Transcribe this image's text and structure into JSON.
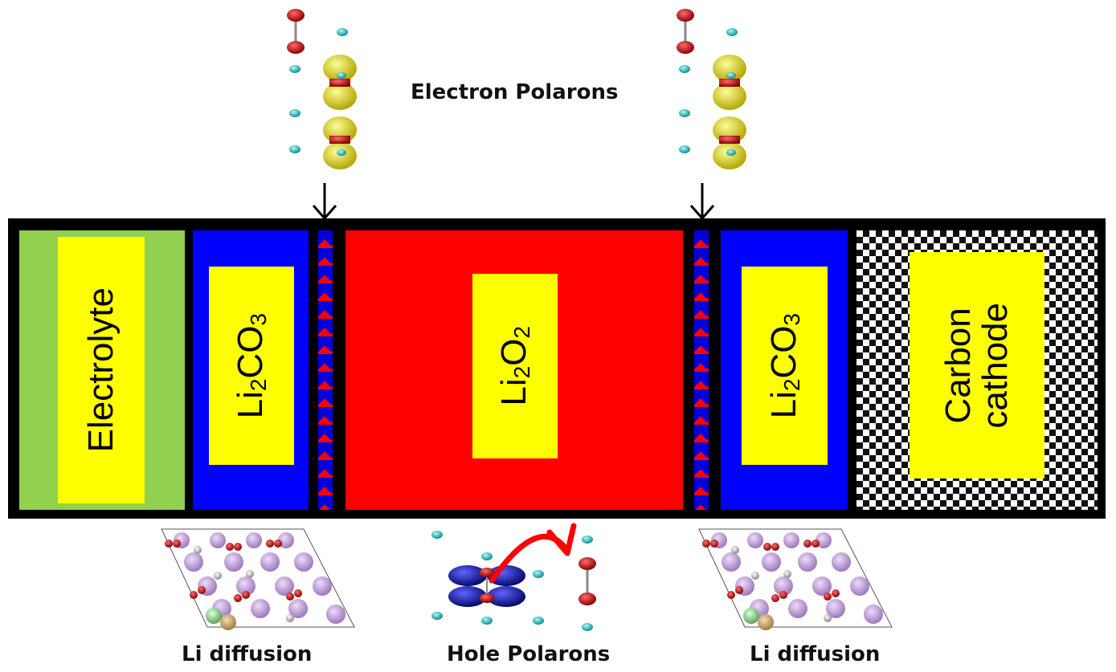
{
  "labels": {
    "electron_polarons": "Electron Polarons",
    "hole_polarons": "Hole Polarons",
    "li_diffusion_left": "Li diffusion",
    "li_diffusion_right": "Li diffusion"
  },
  "layers": {
    "electrolyte": "Electrolyte",
    "li2co3_left": {
      "pre": "Li",
      "sub1": "2",
      "mid": "CO",
      "sub2": "3"
    },
    "li2o2": {
      "pre": "Li",
      "sub1": "2",
      "mid": "O",
      "sub2": "2"
    },
    "li2co3_right": {
      "pre": "Li",
      "sub1": "2",
      "mid": "CO",
      "sub2": "3"
    },
    "carbon_line1": "Carbon",
    "carbon_line2": "cathode"
  },
  "colors": {
    "electrolyte": "#92d050",
    "li2co3": "#0000ff",
    "li2o2": "#ff0000",
    "label_box": "#ffff00",
    "oxygen": "#cc0000",
    "lithium": "#22b5b5",
    "yellow_lobe": "#e8e000",
    "blue_lobe": "#0a10b0",
    "lattice_atom": "#c9a6e0",
    "arrow": "#ff0000"
  }
}
